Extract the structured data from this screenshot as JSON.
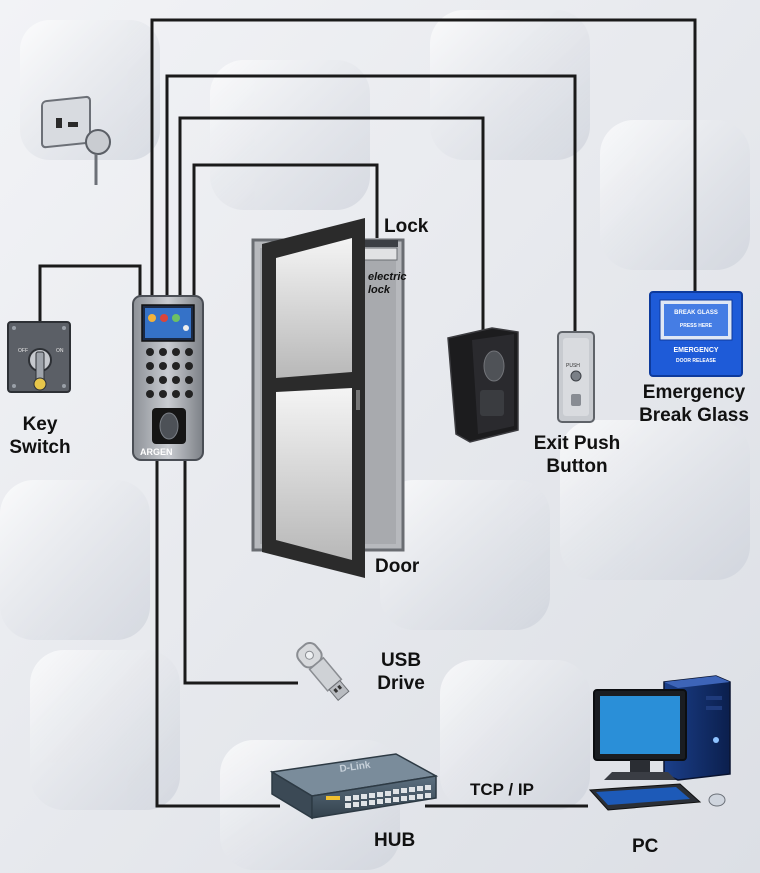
{
  "labels": {
    "lock": "Lock",
    "electric_lock_line1": "electric",
    "electric_lock_line2": "lock",
    "door": "Door",
    "key_switch_line1": "Key",
    "key_switch_line2": "Switch",
    "exit_push_line1": "Exit Push",
    "exit_push_line2": "Button",
    "emergency_line1": "Emergency",
    "emergency_line2": "Break Glass",
    "usb_line1": "USB",
    "usb_line2": "Drive",
    "hub": "HUB",
    "pc": "PC",
    "tcp_ip": "TCP / IP"
  },
  "device_text": {
    "terminal_brand": "ARGEN",
    "break_glass_top": "BREAK GLASS",
    "break_glass_press": "PRESS HERE",
    "break_glass_emergency": "EMERGENCY",
    "break_glass_release": "DOOR RELEASE",
    "hub_brand": "D-Link",
    "key_off": "OFF",
    "key_on": "ON",
    "exit_button_text": "PUSH"
  },
  "colors": {
    "wire": "#1a1a1a",
    "break_glass_blue": "#1e5bd8",
    "pc_screen": "#2a8fd8",
    "door_frame": "#2b2b2b"
  }
}
